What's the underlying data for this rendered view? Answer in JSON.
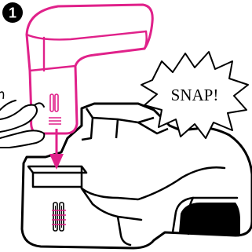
{
  "step": {
    "number": "1"
  },
  "callout": {
    "text": "SNAP!"
  },
  "colors": {
    "accent": "#e0218a",
    "ink": "#000000",
    "paper": "#ffffff"
  },
  "icons": {
    "step_badge": "filled-black-circle",
    "callout": "jagged-burst-bubble",
    "direction": "down-arrow"
  }
}
